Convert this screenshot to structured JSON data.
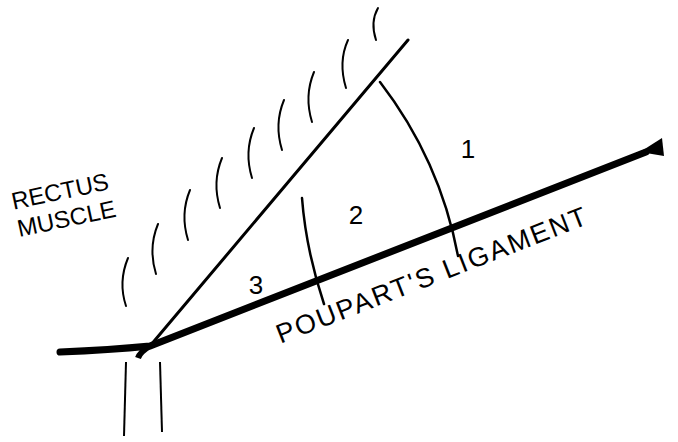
{
  "diagram": {
    "labels": [
      "RECTUS MUSCLE",
      "1",
      "2",
      "3",
      "POUPART'S LIGAMENT"
    ]
  }
}
